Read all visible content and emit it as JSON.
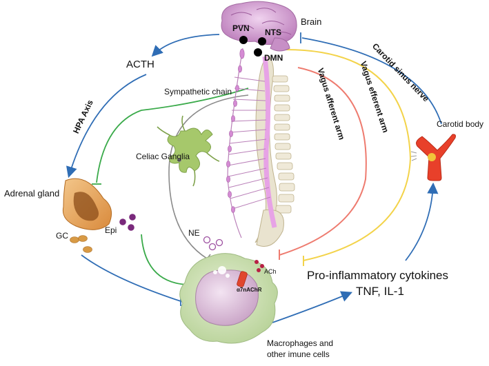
{
  "labels": {
    "brain": "Brain",
    "pvn": "PVN",
    "nts": "NTS",
    "dmn": "DMN",
    "acth": "ACTH",
    "hpa_axis": "HPA Axis",
    "sympathetic_chain": "Sympathetic chain",
    "celiac_ganglia": "Celiac Ganglia",
    "adrenal_gland": "Adrenal gland",
    "gc": "GC",
    "epi": "Epi",
    "ne": "NE",
    "ach": "ACh",
    "receptor": "α7nAChR",
    "vagus_afferent": "Vagus afferent arm",
    "vagus_efferent": "Vagus efferent arm",
    "carotid_sinus": "Carotid sinus nerve",
    "carotid_body": "Carotid body",
    "cytokines_line1": "Pro-inflammatory cytokines",
    "cytokines_line2": "TNF, IL-1",
    "macrophages_line1": "Macrophages and",
    "macrophages_line2": "other imune cells"
  },
  "colors": {
    "blue_arrow": "#2f6db5",
    "green_inhibit": "#3aaa4a",
    "gray_line": "#8a8a8a",
    "salmon_afferent": "#ee7b6f",
    "yellow_efferent": "#f3d34a",
    "brain": "#d7a6d6",
    "spinal_cord": "#e7a3e6",
    "vertebrae": "#e9e3cf",
    "macrophage": "#cfe0b4",
    "adrenal": "#e6a65a",
    "celiac": "#a6c86b",
    "carotid": "#e8402a"
  }
}
